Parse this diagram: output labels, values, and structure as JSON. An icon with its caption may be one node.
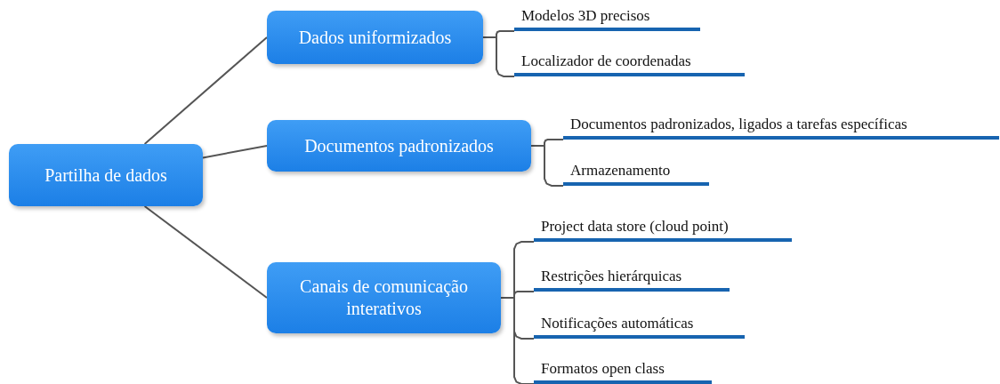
{
  "diagram": {
    "nodes": [
      {
        "text": [
          "Partilha de dados"
        ]
      },
      {
        "text": [
          "Dados uniformizados"
        ]
      },
      {
        "text": [
          "Documentos padronizados"
        ]
      },
      {
        "text": [
          "Canais de comunicação interativos"
        ]
      },
      {
        "text": [
          "Modelos 3D precisos"
        ]
      },
      {
        "text": [
          "Localizador de coordenadas"
        ]
      },
      {
        "text": [
          "Documentos padronizados, ligados a tarefas específicas"
        ]
      },
      {
        "text": [
          "Armazenamento"
        ]
      },
      {
        "text": [
          "Project data store (cloud point)"
        ]
      },
      {
        "text": [
          "Restrições hierárquicas"
        ]
      },
      {
        "text": [
          "Notificações automáticas"
        ]
      },
      {
        "text": [
          "Formatos open class"
        ]
      }
    ],
    "edges": [
      {
        "from": 0,
        "to": 1,
        "arrow": "none"
      },
      {
        "from": 0,
        "to": 2,
        "arrow": "none"
      },
      {
        "from": 0,
        "to": 3,
        "arrow": "none"
      },
      {
        "from": 1,
        "to": 4,
        "arrow": "none"
      },
      {
        "from": 1,
        "to": 5,
        "arrow": "none"
      },
      {
        "from": 2,
        "to": 6,
        "arrow": "none"
      },
      {
        "from": 2,
        "to": 7,
        "arrow": "none"
      },
      {
        "from": 3,
        "to": 8,
        "arrow": "none"
      },
      {
        "from": 3,
        "to": 9,
        "arrow": "none"
      },
      {
        "from": 3,
        "to": 10,
        "arrow": "none"
      },
      {
        "from": 3,
        "to": 11,
        "arrow": "none"
      }
    ]
  }
}
